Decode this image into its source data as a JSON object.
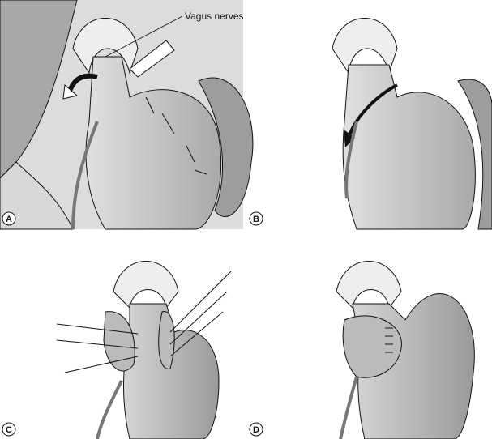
{
  "title": "Fundoplication steps",
  "annotations": {
    "vagus_nerves": "Vagus nerves"
  },
  "panels": [
    {
      "label": "A"
    },
    {
      "label": "B"
    },
    {
      "label": "C"
    },
    {
      "label": "D"
    }
  ],
  "colors": {
    "stomach": "#c9c9c9",
    "background_organ": "#b5b5b5",
    "spleen": "#9d9d9d",
    "outline": "#111111"
  }
}
